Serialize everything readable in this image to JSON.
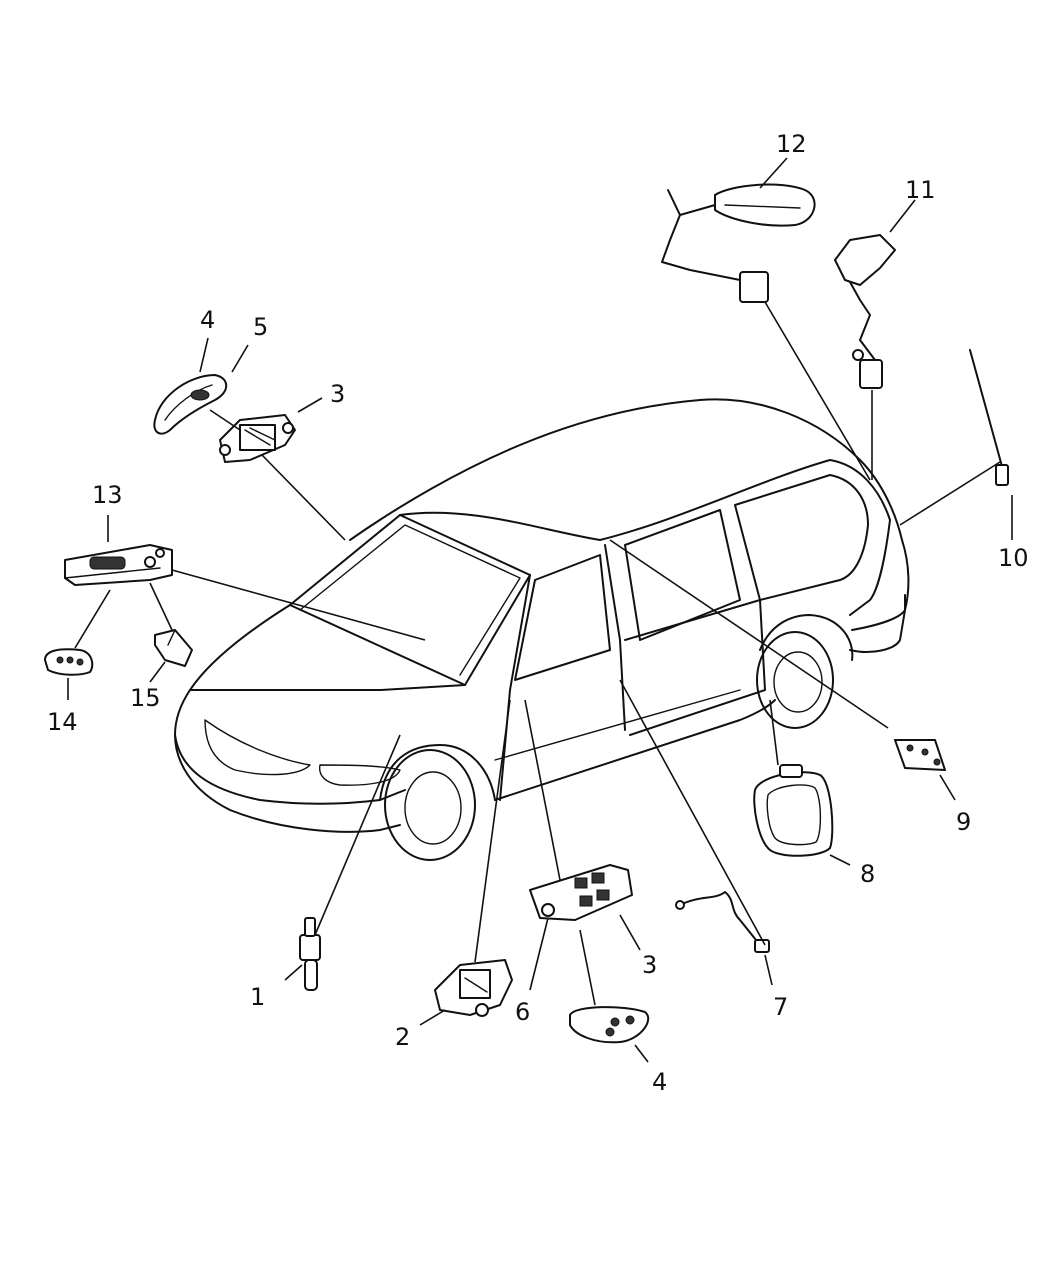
{
  "callouts": {
    "n1": "1",
    "n2": "2",
    "n3a": "3",
    "n3b": "3",
    "n4a": "4",
    "n4b": "4",
    "n5": "5",
    "n6": "6",
    "n7": "7",
    "n8": "8",
    "n9": "9",
    "n10": "10",
    "n11": "11",
    "n12": "12",
    "n13": "13",
    "n14": "14",
    "n15": "15"
  }
}
